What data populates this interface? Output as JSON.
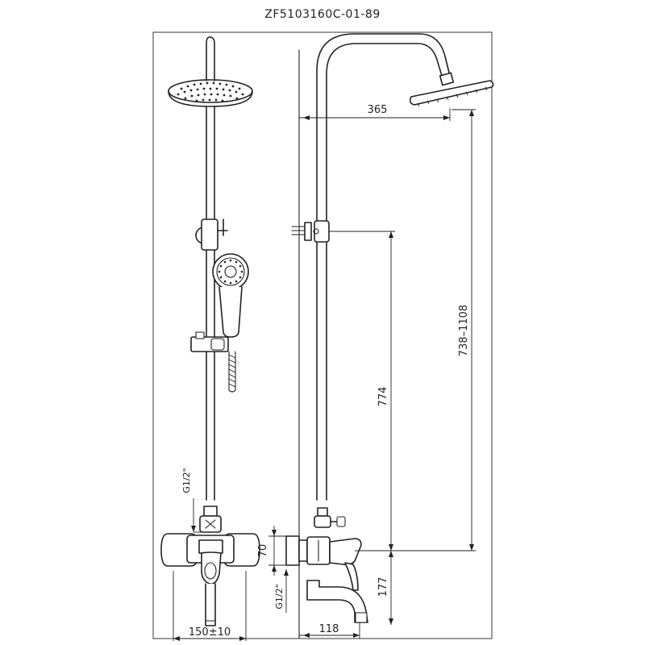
{
  "model_code": "ZF5103160C-01-89",
  "dimensions": {
    "shower_arm_reach": "365",
    "holder_to_outlet": "774",
    "head_height_range": "738–1108",
    "mixer_body_height": "70",
    "outlet_to_floor": "177",
    "spout_reach": "118",
    "inlet_spacing": "150±10",
    "front_thread": "G1/2\"",
    "side_thread": "G1/2\""
  },
  "colors": {
    "line": "#222222",
    "frame": "#333333",
    "background": "#ffffff"
  }
}
